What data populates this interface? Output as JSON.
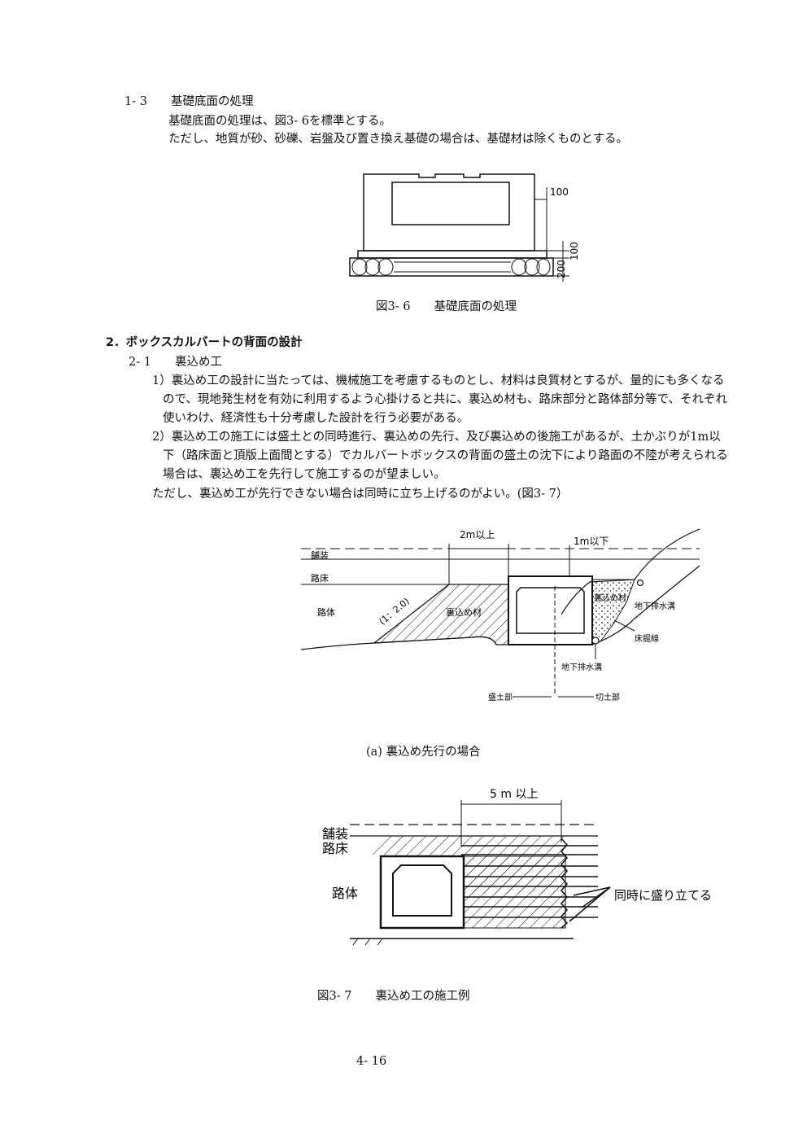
{
  "section_1_3": {
    "heading": "1- 3　　基礎底面の処理",
    "line1": "基礎底面の処理は、図3- 6を標準とする。",
    "line2": "ただし、地質が砂、砂礫、岩盤及び置き換え基礎の場合は、基礎材は除くものとする。"
  },
  "fig36": {
    "dim_side": "100",
    "dim_base": "100",
    "dim_gravel": "200",
    "caption": "図3- 6　　基礎底面の処理"
  },
  "section_2": {
    "heading": "2．ボックスカルバートの背面の設計",
    "sub_heading": "2- 1　　裏込め工",
    "p1_line1": "1）裏込め工の設計に当たっては、機械施工を考慮するものとし、材料は良質材とするが、量的にも多くなる",
    "p1_line2": "ので、現地発生材を有効に利用するよう心掛けると共に、裏込め材も、路床部分と路体部分等で、それぞれ",
    "p1_line3": "使いわけ、経済性も十分考慮した設計を行う必要がある。",
    "p2_line1": "2）裏込め工の施工には盛土との同時進行、裏込めの先行、及び裏込めの後施工があるが、土かぶりが1m以",
    "p2_line2": "下（路床面と頂版上面間とする）でカルバートボックスの背面の盛土の沈下により路面の不陸が考えられる",
    "p2_line3": "場合は、裏込め工を先行して施工するのが望ましい。",
    "note": "ただし、裏込め工が先行できない場合は同時に立ち上げるのがよい。(図3- 7）"
  },
  "fig37a": {
    "dim_2m": "2m以上",
    "dim_1m": "1m以下",
    "pavement": "舗装",
    "subgrade": "路床",
    "embankment_body": "路体",
    "slope": "(1：2.0)",
    "backfill_material": "裏込め材",
    "backfill_material_right": "裏込め材",
    "underdrain_right": "地下排水溝",
    "bed_line": "床掘線",
    "underdrain_bottom": "地下排水溝",
    "fill_section": "盛土部",
    "cut_section": "切土部",
    "caption": "(a)  裏込め先行の場合"
  },
  "fig37b": {
    "dim_5m": "5 m 以上",
    "pavement": "舗装",
    "subgrade": "路床",
    "embankment_body": "路体",
    "simultaneous": "同時に盛り立てる"
  },
  "fig37_caption": "図3- 7　　裏込め工の施工例",
  "page_number": "4- 16"
}
